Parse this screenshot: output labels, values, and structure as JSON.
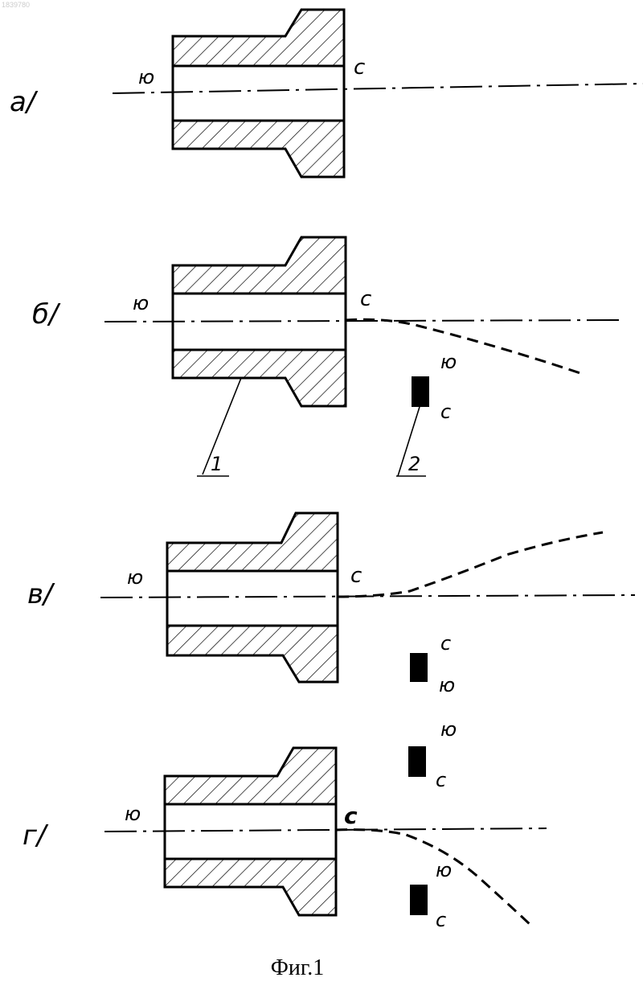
{
  "doc_id": "1839780",
  "caption": "Фиг.1",
  "panels": [
    {
      "label": "а/",
      "south": "ю",
      "north": "с",
      "magnet": null
    },
    {
      "label": "б/",
      "south": "ю",
      "north": "с",
      "magnets": [
        {
          "top": "ю",
          "bottom": "с"
        }
      ],
      "callouts": [
        "1",
        "2"
      ]
    },
    {
      "label": "в/",
      "south": "ю",
      "north": "с",
      "magnets": [
        {
          "top": "с",
          "bottom": "ю"
        }
      ]
    },
    {
      "label": "г/",
      "south": "ю",
      "north": "с",
      "magnets": [
        {
          "top": "ю",
          "bottom": "с"
        },
        {
          "top": "ю",
          "bottom": "с"
        }
      ]
    }
  ]
}
